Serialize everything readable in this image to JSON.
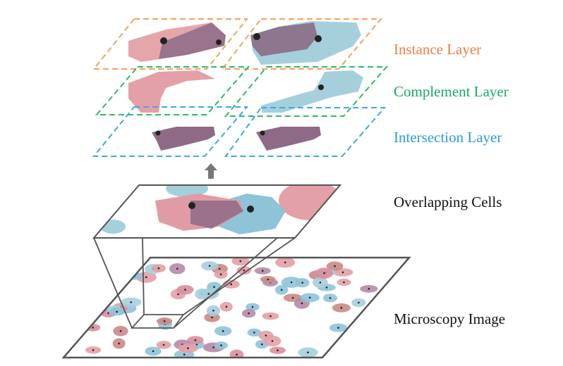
{
  "labels": {
    "instance": "Instance Layer",
    "complement": "Complement Layer",
    "intersection": "Intersection Layer",
    "overlapping": "Overlapping Cells",
    "microscopy": "Microscopy Image"
  },
  "colors": {
    "instance": "#f07c45",
    "complement": "#19a864",
    "intersection": "#2b9be0",
    "frame": "#555555",
    "arrow": "#777777",
    "pink_cell": "#d98f9c",
    "blue_cell": "#8ec3d8",
    "overlap_cell": "#8e6a86"
  },
  "icons": {
    "arrow": "up-arrow-icon"
  }
}
